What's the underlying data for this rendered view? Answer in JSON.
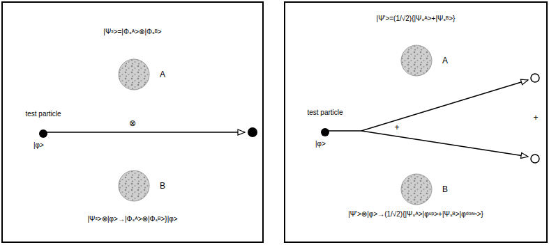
{
  "diagram": {
    "nodes": [
      {
        "text": [
          "|Ψˢ>=|Φₛᴬ>⊗|Φₛᴮ>",
          "|Ψˢ>⊗|φ>→|Φₛᴬ>⊗|Φₛᴮ>}|φ>"
        ]
      },
      {
        "text": [
          "A"
        ],
        "in": 0
      },
      {
        "text": [
          "B"
        ],
        "in": 0
      },
      {
        "text": [
          "test particle",
          "|φ>"
        ],
        "in": 0
      },
      {
        "text": [
          "|Ψ'>=(1/√2){|Ψₛᴬ>+|Ψₛᴮ>}",
          "|Ψ'>⊗|φ>→(1/√2){|Ψₛᴬ>|φᵘᵖ>+|Ψₛᴮ>|φᵈᵒʷⁿ>}"
        ]
      },
      {
        "text": [
          "A"
        ],
        "in": 4
      },
      {
        "text": [
          "B"
        ],
        "in": 4
      },
      {
        "text": [
          "test particle",
          "|φ>"
        ],
        "in": 4
      }
    ],
    "labels": [
      "⊗",
      "+",
      "+"
    ]
  }
}
